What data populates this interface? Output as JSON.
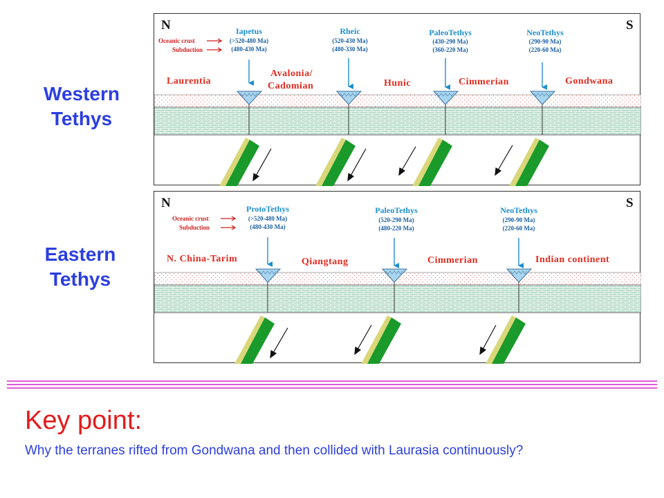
{
  "western": {
    "label_line1": "Western",
    "label_line2": "Tethys",
    "north": "N",
    "south": "S",
    "legend": {
      "oceanic_crust": "Oceanic crust",
      "subduction": "Subduction"
    },
    "oceans": [
      {
        "name": "Iapetus",
        "age1": "(>520-480 Ma)",
        "age2": "(480-430 Ma)"
      },
      {
        "name": "Rheic",
        "age1": "(520-430 Ma)",
        "age2": "(480-330 Ma)"
      },
      {
        "name": "PaleoTethys",
        "age1": "(430-290 Ma)",
        "age2": "(360-220 Ma)"
      },
      {
        "name": "NeoTethys",
        "age1": "(290-90 Ma)",
        "age2": "(220-60 Ma)"
      }
    ],
    "terranes": {
      "t1": "Laurentia",
      "t2a": "Avalonia/",
      "t2b": "Cadomian",
      "t3": "Hunic",
      "t4": "Cimmerian",
      "t5": "Gondwana"
    }
  },
  "eastern": {
    "label_line1": "Eastern",
    "label_line2": "Tethys",
    "north": "N",
    "south": "S",
    "legend": {
      "oceanic_crust": "Oceanic crust",
      "subduction": "Subduction"
    },
    "oceans": [
      {
        "name": "ProtoTethys",
        "age1": "(>520-480 Ma)",
        "age2": "(480-430 Ma)"
      },
      {
        "name": "PaleoTethys",
        "age1": "(520-290 Ma)",
        "age2": "(480-220 Ma)"
      },
      {
        "name": "NeoTethys",
        "age1": "(290-90 Ma)",
        "age2": "(220-60 Ma)"
      }
    ],
    "terranes": {
      "t1": "N. China-Tarim",
      "t2": "Qiangtang",
      "t3": "Cimmerian",
      "t4": "Indian continent"
    }
  },
  "key": {
    "title": "Key point:",
    "question": "Why the terranes rifted from Gondwana and then collided with Laurasia continuously?"
  },
  "colors": {
    "label_blue": "#2b3ee0",
    "key_red": "#e31b1b",
    "terrane_red": "#e02b1f",
    "ocean_blue": "#1c8fcf",
    "mantle_green": "#b9dccb",
    "slab_green": "#1a9a2a",
    "slab_yellow": "#d9d77a",
    "divider_magenta": "#e35ad8"
  }
}
